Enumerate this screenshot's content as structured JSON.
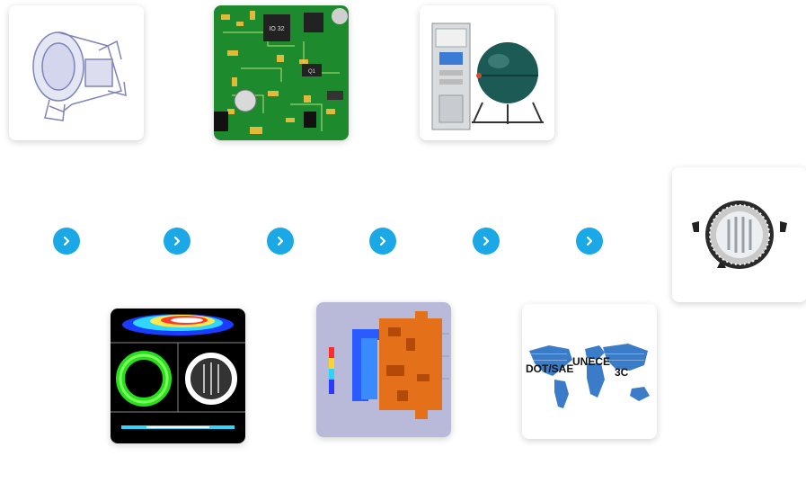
{
  "steps": [
    {
      "icon": "lamp-housing-3d-model-image"
    },
    {
      "icon": "pcb-circuit-board-image"
    },
    {
      "icon": "photometric-integrating-sphere-image"
    },
    {
      "icon": "finished-fog-lamp-image"
    },
    {
      "icon": "light-distribution-simulation-image"
    },
    {
      "icon": "thermal-simulation-image"
    },
    {
      "icon": "world-certification-map-image"
    }
  ],
  "pcb_labels": {
    "chip1": "IO 32",
    "chip2": "Q1"
  },
  "map_labels": {
    "dot_sae": "DOT/SAE",
    "unece": "UNECE",
    "ccc": "3C"
  },
  "colors": {
    "arrow": "#1aa9e6",
    "pcb": "#1d8a2e",
    "sphere": "#1c5a55"
  }
}
